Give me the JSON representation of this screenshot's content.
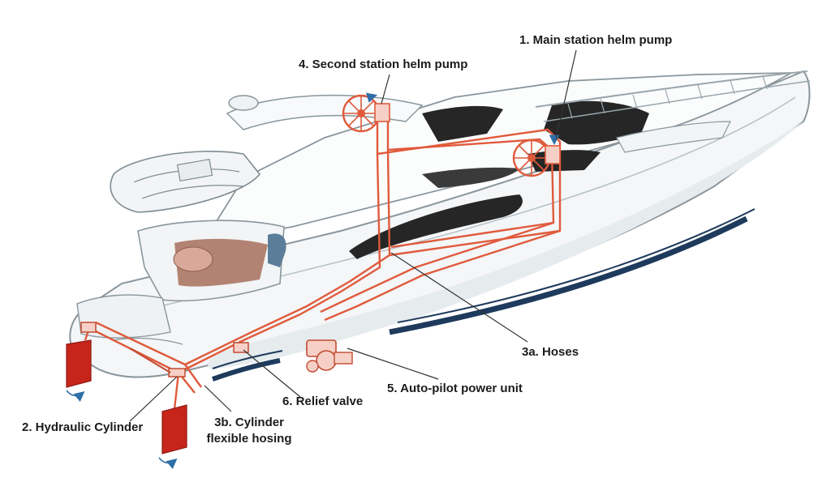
{
  "colors": {
    "hull": "#f4f6f7",
    "hull_outline": "#8a969c",
    "glass": "#262626",
    "waterline": "#1e3a5c",
    "hydraulic": "#e05a3c",
    "rudder": "#c8251a",
    "flow_arrow": "#2f6fa8",
    "wood": "#a76e5a",
    "leader": "#333333"
  },
  "labels": {
    "main_helm_pump": "1. Main station helm pump",
    "second_helm_pump": "4. Second station helm pump",
    "hoses": "3a. Hoses",
    "autopilot_unit": "5. Auto-pilot power unit",
    "relief_valve": "6. Relief valve",
    "hydraulic_cylinder": "2. Hydraulic Cylinder",
    "cylinder_hosing_line1": "3b. Cylinder",
    "cylinder_hosing_line2": "flexible hosing"
  }
}
